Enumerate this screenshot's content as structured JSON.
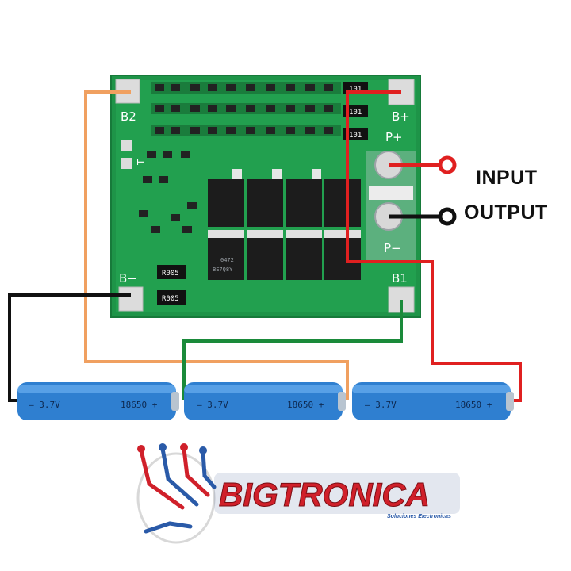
{
  "labels": {
    "input": "INPUT",
    "output": "OUTPUT"
  },
  "board": {
    "pads": {
      "b2": "B2",
      "b_plus": "B+",
      "p_plus": "P+",
      "p_minus": "P−",
      "b_minus": "B−",
      "b1": "B1",
      "t": "T"
    },
    "resistor_codes": [
      "101",
      "101",
      "101"
    ],
    "shunt_codes": [
      "R005",
      "R005"
    ],
    "mosfet_marking_top": "0472",
    "mosfet_marking_bottom": "BE7Q8Y"
  },
  "cells": [
    {
      "left_label": "– 3.7V",
      "right_label": "18650 +"
    },
    {
      "left_label": "– 3.7V",
      "right_label": "18650 +"
    },
    {
      "left_label": "– 3.7V",
      "right_label": "18650 +"
    }
  ],
  "logo": {
    "name": "BIGTRONICA",
    "tagline": "Soluciones Electronicas"
  },
  "colors": {
    "pcb_green": "#1f9a4b",
    "wire_orange": "#f0a060",
    "wire_red": "#e02020",
    "wire_black": "#111111",
    "wire_green": "#1a8a3a",
    "cell_blue": "#2f7fd0",
    "logo_red": "#d0202a",
    "logo_blue": "#2a5aa8"
  }
}
